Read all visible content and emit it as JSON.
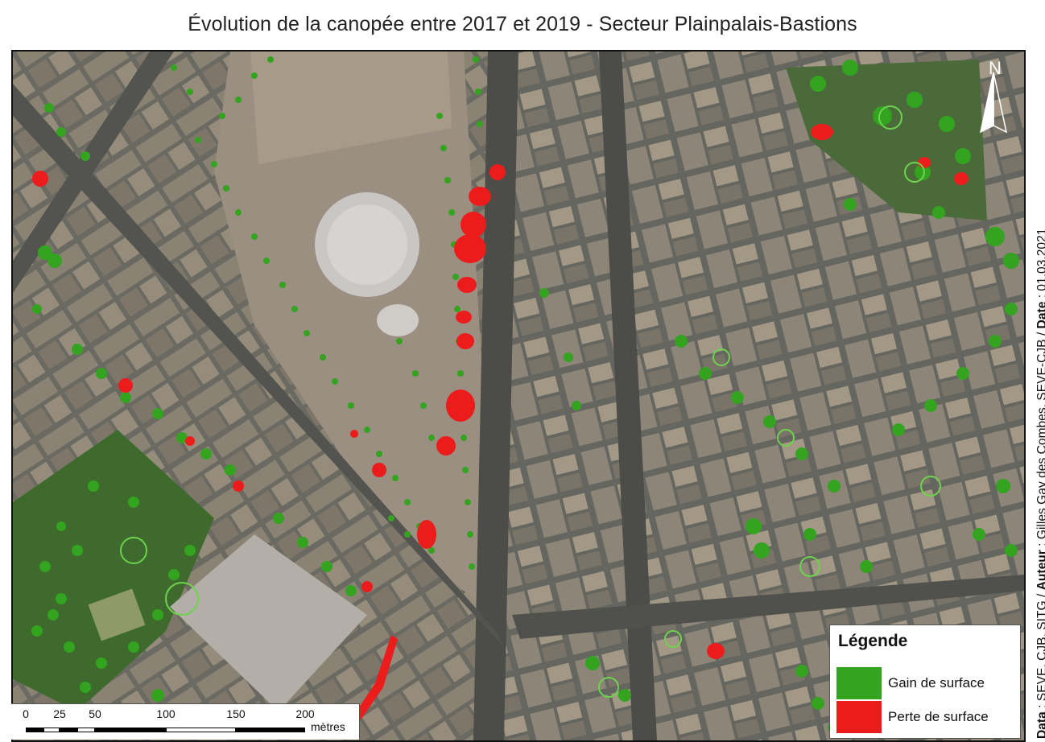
{
  "title": "Évolution de la canopée entre 2017 et 2019 - Secteur Plainpalais-Bastions",
  "credits": {
    "data_label": "Data",
    "data_value": " : SEVE, CJB, SITG / ",
    "author_label": "Auteur",
    "author_value": " : Gilles Gay des Combes, SEVE-CJB / ",
    "date_label": "Date",
    "date_value": " : 01.03.2021"
  },
  "north_arrow": {
    "letter": "N",
    "icon": "north-arrow-icon"
  },
  "legend": {
    "title": "Légende",
    "items": [
      {
        "label": "Gain de surface",
        "color": "#33a320"
      },
      {
        "label": "Perte de surface",
        "color": "#ec1c1c"
      }
    ]
  },
  "scale": {
    "ticks": [
      "0",
      "25",
      "50",
      "100",
      "150",
      "200"
    ],
    "unit": "mètres"
  },
  "colors": {
    "gain": "#33a320",
    "loss": "#ec1c1c",
    "map_base": "#5b5f58"
  }
}
